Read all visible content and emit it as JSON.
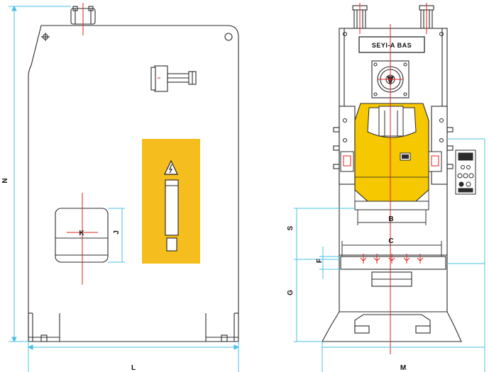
{
  "labels": {
    "N": "N",
    "L": "L",
    "M": "M",
    "K": "K",
    "J": "J",
    "B": "B",
    "C": "C",
    "S": "S",
    "F": "F",
    "G": "G",
    "brand": "SEYI-A  BAS"
  },
  "colors": {
    "outline": "#2b2b2b",
    "dimension": "#48c0e4",
    "centerline": "#e02020",
    "warning": "#f5be1e",
    "slide": "#f5c800",
    "panel": "#ffffff"
  },
  "icons": {
    "warning_sign": "high-voltage-icon",
    "control_panel": "control-panel-icon"
  }
}
